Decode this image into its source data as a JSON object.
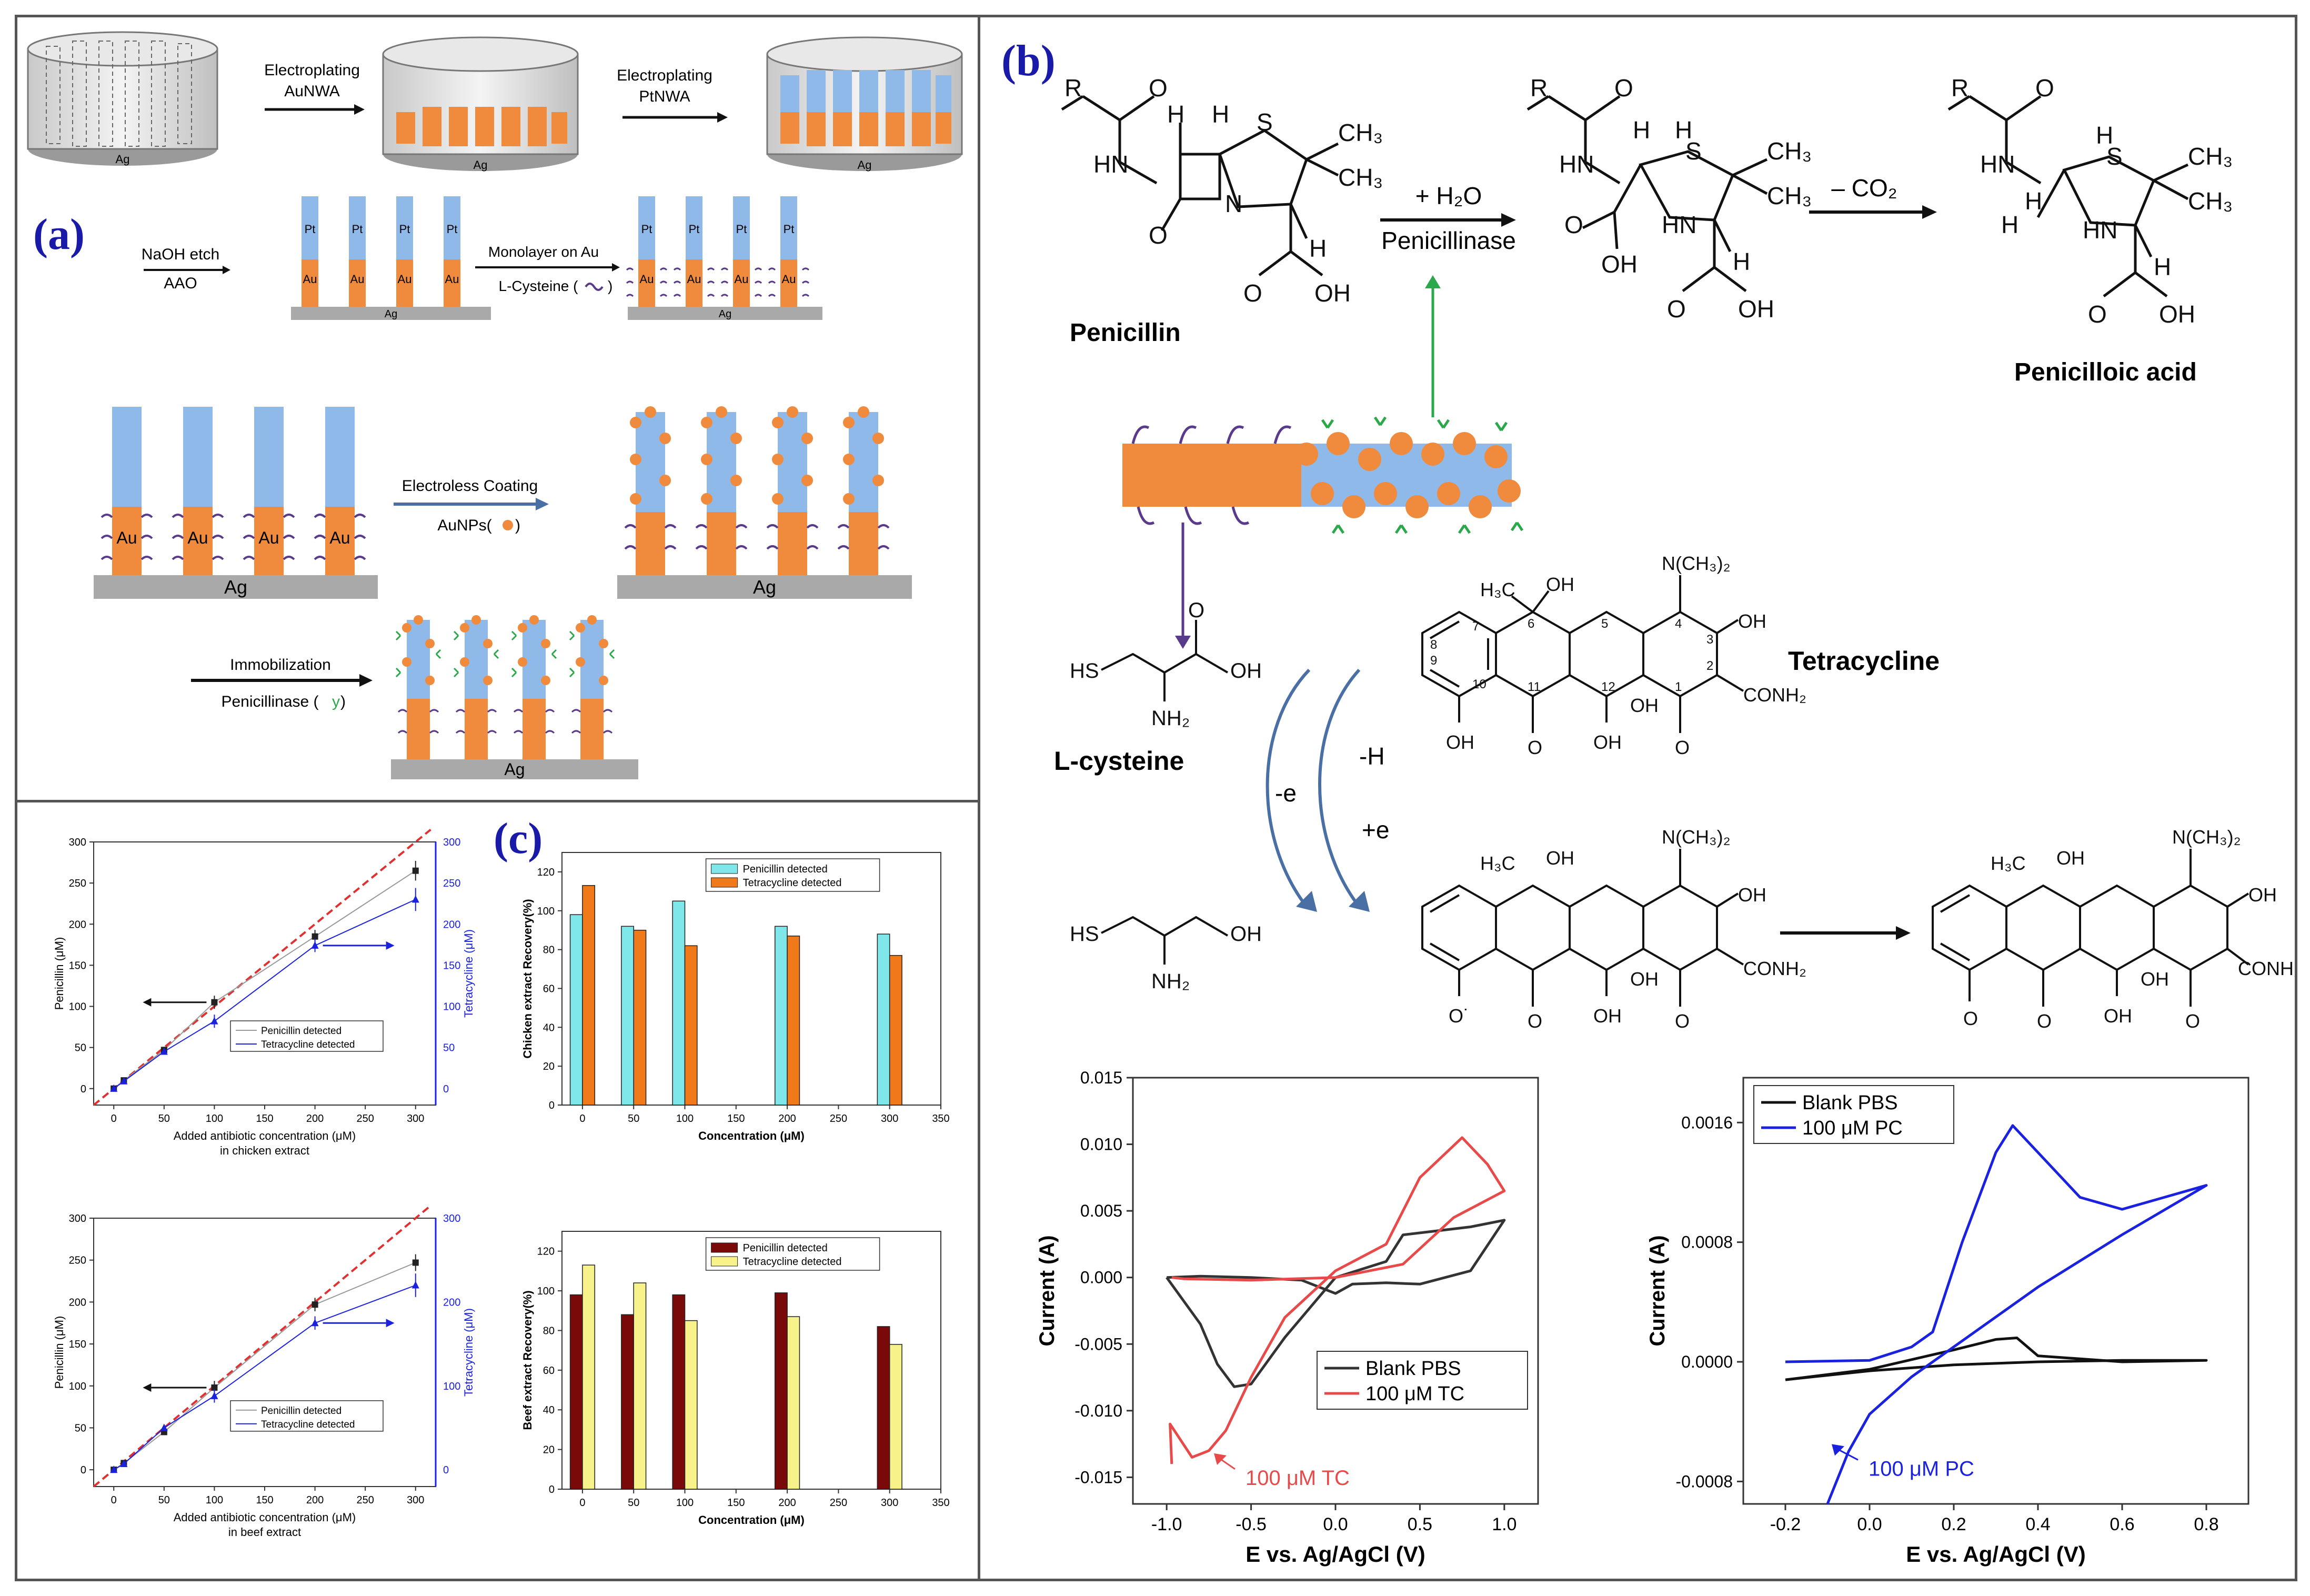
{
  "panel_labels": {
    "a": "(a)",
    "b": "(b)",
    "c": "(c)"
  },
  "colors": {
    "gold": "#f08a3c",
    "platinum": "#8fb9e8",
    "silver": "#a9a9a9",
    "linker": "#5a3a8a",
    "enzyme": "#2aa84a",
    "tc": "#e84a4a",
    "pc": "#1a22e0"
  },
  "panel_a": {
    "step1": {
      "top": "Electroplating",
      "bottom": "AuNWA"
    },
    "step2": {
      "top": "Electroplating",
      "bottom": "PtNWA"
    },
    "step3": {
      "top": "NaOH etch",
      "bottom": "AAO"
    },
    "step4": {
      "top": "Monolayer on Au",
      "bottom": "L-Cysteine ("
    },
    "step5": {
      "top": "Electroless Coating",
      "bottom": "AuNPs("
    },
    "step6": {
      "top": "Immobilization",
      "bottom": "Penicillinase ("
    },
    "sym_ag": "Ag",
    "sym_au": "Au",
    "sym_pt": "Pt",
    "sym_y": "y",
    "paren_close": ")"
  },
  "panel_b": {
    "reagent1_top": "+ H₂O",
    "reagent1_bottom": "Penicillinase",
    "reagent2": "– CO₂",
    "penicillin": "Penicillin",
    "penicilloic_acid": "Penicilloic acid",
    "l_cysteine": "L-cysteine",
    "tetracycline": "Tetracycline",
    "minus_e": "-e",
    "minus_h": "-H",
    "plus_e": "+e",
    "atoms": {
      "R": "R",
      "O": "O",
      "HN": "HN",
      "NH": "NH",
      "H": "H",
      "S": "S",
      "N": "N",
      "CH3": "CH₃",
      "OH": "OH",
      "HS": "HS",
      "NH2": "NH₂",
      "H3C": "H₃C",
      "NMe2": "N(CH₃)₂",
      "CONH2": "CONH₂",
      "Orad": "O˙",
      "n1": "1",
      "n2": "2",
      "n3": "3",
      "n4": "4",
      "n5": "5",
      "n6": "6",
      "n7": "7",
      "n8": "8",
      "n9": "9",
      "n10": "10",
      "n11": "11",
      "n12": "12"
    }
  },
  "chart_data": [
    {
      "id": "chicken-recovery-line",
      "type": "line",
      "xlabel": "Added antibiotic concentration (μM)",
      "xlabel2": "in chicken extract",
      "ylabel": "Penicillin (μM)",
      "ylabel_right": "Tetracycline (μM)",
      "xlim": [
        -20,
        320
      ],
      "ylim": [
        -20,
        300
      ],
      "xticks": [
        0,
        50,
        100,
        150,
        200,
        250,
        300
      ],
      "yticks": [
        0,
        50,
        100,
        150,
        200,
        250,
        300
      ],
      "yticks_right": [
        0,
        50,
        100,
        150,
        200,
        250,
        300
      ],
      "categories": [
        0,
        10,
        50,
        100,
        200,
        300
      ],
      "series": [
        {
          "name": "Penicillin detected",
          "values": [
            0,
            10,
            47,
            105,
            185,
            265
          ],
          "errors": [
            2,
            2,
            3,
            8,
            8,
            12
          ]
        },
        {
          "name": "Tetracycline detected",
          "values": [
            0,
            9,
            45,
            82,
            174,
            230
          ],
          "errors": [
            2,
            2,
            3,
            8,
            8,
            14
          ]
        }
      ]
    },
    {
      "id": "chicken-recovery-bar",
      "type": "bar",
      "xlabel": "Concentration (μM)",
      "ylabel": "Chicken extract Recovery(%)",
      "xlim": [
        -20,
        350
      ],
      "ylim": [
        0,
        130
      ],
      "xticks": [
        0,
        50,
        100,
        150,
        200,
        250,
        300,
        350
      ],
      "yticks": [
        0,
        20,
        40,
        60,
        80,
        100,
        120
      ],
      "categories": [
        0,
        50,
        100,
        200,
        300
      ],
      "series": [
        {
          "name": "Penicillin detected",
          "values": [
            98,
            92,
            105,
            92,
            88
          ]
        },
        {
          "name": "Tetracycline detected",
          "values": [
            113,
            90,
            82,
            87,
            77
          ]
        }
      ]
    },
    {
      "id": "beef-recovery-line",
      "type": "line",
      "xlabel": "Added antibiotic concentration (μM)",
      "xlabel2": "in beef extract",
      "ylabel": "Penicillin (μM)",
      "ylabel_right": "Tetracycline (μM)",
      "xlim": [
        -20,
        320
      ],
      "ylim": [
        -20,
        300
      ],
      "xticks": [
        0,
        50,
        100,
        150,
        200,
        250,
        300
      ],
      "yticks": [
        0,
        50,
        100,
        150,
        200,
        250,
        300
      ],
      "yticks_right": [
        0,
        100,
        200,
        300
      ],
      "categories": [
        0,
        10,
        50,
        100,
        200,
        300
      ],
      "series": [
        {
          "name": "Penicillin detected",
          "values": [
            0,
            8,
            45,
            98,
            197,
            247
          ],
          "errors": [
            2,
            2,
            3,
            8,
            8,
            10
          ]
        },
        {
          "name": "Tetracycline detected",
          "values": [
            0,
            7,
            50,
            88,
            175,
            220
          ],
          "errors": [
            2,
            2,
            3,
            8,
            8,
            14
          ]
        }
      ]
    },
    {
      "id": "beef-recovery-bar",
      "type": "bar",
      "xlabel": "Concentration (μM)",
      "ylabel": "Beef extract Recovery(%)",
      "xlim": [
        -20,
        350
      ],
      "ylim": [
        0,
        130
      ],
      "xticks": [
        0,
        50,
        100,
        150,
        200,
        250,
        300,
        350
      ],
      "yticks": [
        0,
        20,
        40,
        60,
        80,
        100,
        120
      ],
      "categories": [
        0,
        50,
        100,
        200,
        300
      ],
      "series": [
        {
          "name": "Penicillin detected",
          "values": [
            98,
            88,
            98,
            99,
            82
          ]
        },
        {
          "name": "Tetracycline detected",
          "values": [
            113,
            104,
            85,
            87,
            73
          ]
        }
      ]
    },
    {
      "id": "cv-tetracycline",
      "type": "line",
      "xlabel": "E vs. Ag/AgCl (V)",
      "ylabel": "Current (A)",
      "xlim": [
        -1.2,
        1.2
      ],
      "ylim": [
        -0.017,
        0.015
      ],
      "xticks": [
        -1.0,
        -0.5,
        0.0,
        0.5,
        1.0
      ],
      "yticks": [
        -0.015,
        -0.01,
        -0.005,
        0.0,
        0.005,
        0.01,
        0.015
      ],
      "annotation": "100 μM TC",
      "series": [
        {
          "name": "Blank PBS",
          "x": [
            -1.0,
            -0.8,
            -0.7,
            -0.6,
            -0.5,
            -0.3,
            0.0,
            0.3,
            0.4,
            0.6,
            0.8,
            1.0,
            0.8,
            0.5,
            0.3,
            0.1,
            0.0,
            -0.2,
            -0.5,
            -0.8,
            -1.0
          ],
          "y": [
            0.0,
            -0.0035,
            -0.0065,
            -0.0082,
            -0.008,
            -0.0045,
            0.0,
            0.0012,
            0.0032,
            0.0035,
            0.0038,
            0.0043,
            0.0005,
            -0.0005,
            -0.0004,
            -0.0005,
            -0.0012,
            -0.0002,
            0.0,
            0.0001,
            0.0
          ]
        },
        {
          "name": "100 μM TC",
          "x": [
            -0.97,
            -0.98,
            -0.85,
            -0.75,
            -0.65,
            -0.5,
            -0.3,
            0.0,
            0.3,
            0.5,
            0.75,
            0.9,
            1.0,
            0.7,
            0.4,
            0.0,
            -0.5,
            -0.9,
            -0.97
          ],
          "y": [
            -0.014,
            -0.011,
            -0.0135,
            -0.013,
            -0.0115,
            -0.0075,
            -0.003,
            0.0005,
            0.0025,
            0.0075,
            0.0105,
            0.0085,
            0.0065,
            0.0045,
            0.001,
            0.0,
            -0.0002,
            -0.0001,
            0.0
          ]
        }
      ]
    },
    {
      "id": "cv-penicillin",
      "type": "line",
      "xlabel": "E vs. Ag/AgCl (V)",
      "ylabel": "Current (A)",
      "xlim": [
        -0.3,
        0.9
      ],
      "ylim": [
        -0.00095,
        0.0019
      ],
      "xticks": [
        -0.2,
        0.0,
        0.2,
        0.4,
        0.6,
        0.8
      ],
      "yticks": [
        -0.0008,
        0.0,
        0.0008,
        0.0016
      ],
      "annotation": "100 μM PC",
      "series": [
        {
          "name": "Blank PBS",
          "x": [
            -0.2,
            0.0,
            0.2,
            0.3,
            0.35,
            0.4,
            0.6,
            0.8,
            0.6,
            0.4,
            0.2,
            0.0,
            -0.2
          ],
          "y": [
            -0.00012,
            -5e-05,
            8e-05,
            0.00015,
            0.00016,
            4e-05,
            0.0,
            1e-05,
            1e-05,
            0.0,
            -2e-05,
            -6e-05,
            -0.00012
          ]
        },
        {
          "name": "100 μM PC",
          "x": [
            -0.2,
            0.0,
            0.1,
            0.15,
            0.22,
            0.3,
            0.34,
            0.4,
            0.5,
            0.6,
            0.7,
            0.8,
            0.6,
            0.4,
            0.2,
            0.1,
            0.0,
            -0.05,
            -0.1
          ],
          "y": [
            0.0,
            1e-05,
            0.0001,
            0.0002,
            0.0008,
            0.0014,
            0.00158,
            0.0014,
            0.0011,
            0.00102,
            0.0011,
            0.00118,
            0.00085,
            0.0005,
            0.0001,
            -0.0001,
            -0.00035,
            -0.0006,
            -0.00095
          ]
        }
      ]
    }
  ]
}
